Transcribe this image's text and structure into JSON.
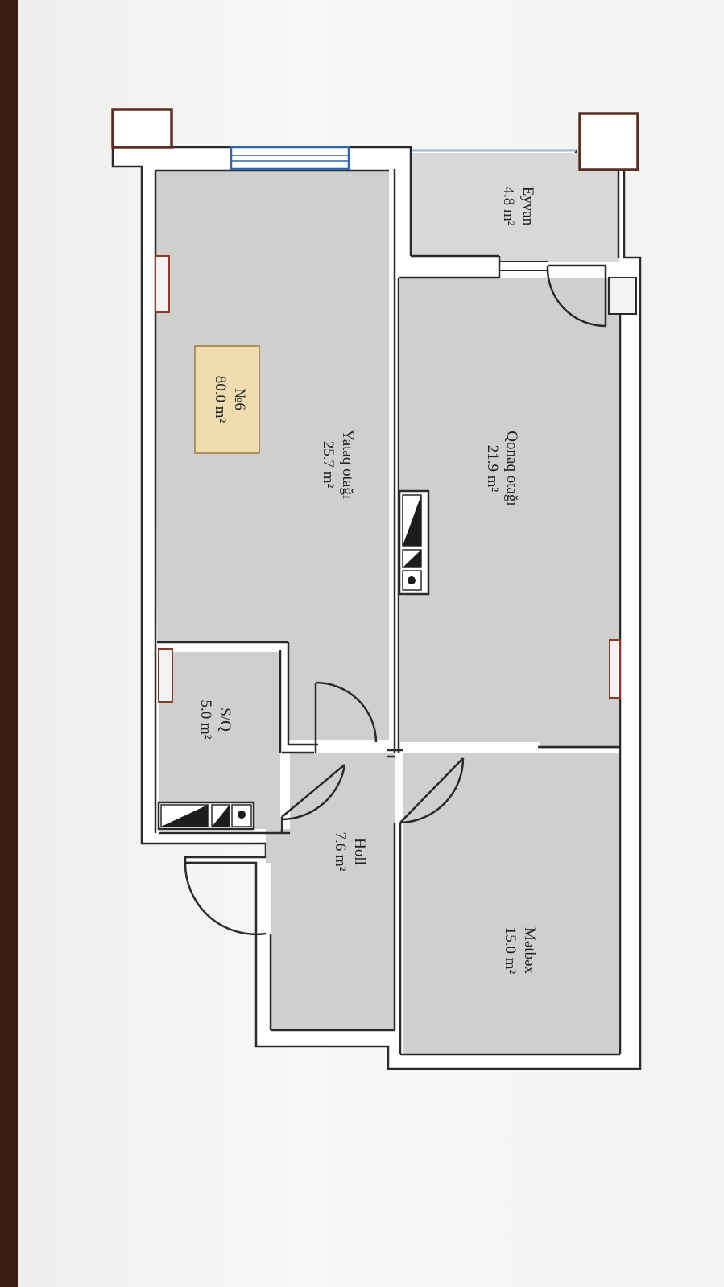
{
  "rooms": [
    {
      "id": "balcony",
      "name": "Eyvan",
      "area": "4.8 m²"
    },
    {
      "id": "living",
      "name": "Qonaq otağı",
      "area": "21.9 m²"
    },
    {
      "id": "bedroom",
      "name": "Yataq otağı",
      "area": "25.7 m²"
    },
    {
      "id": "bathroom",
      "name": "S/Q",
      "area": "5.0 m²"
    },
    {
      "id": "hall",
      "name": "Holl",
      "area": "7.6 m²"
    },
    {
      "id": "kitchen",
      "name": "Mətbəx",
      "area": "15.0 m²"
    }
  ],
  "apartment": {
    "number": "№6",
    "total_area": "80.0 m²"
  },
  "colors": {
    "room_fill": "#cfd0ce",
    "wall": "#ffffff",
    "outline": "#2a2a2a",
    "badge_fill": "#f0dcae",
    "badge_border": "#9a7a40",
    "window_blue": "#2e64b0",
    "pillar": "#5a2e22"
  }
}
